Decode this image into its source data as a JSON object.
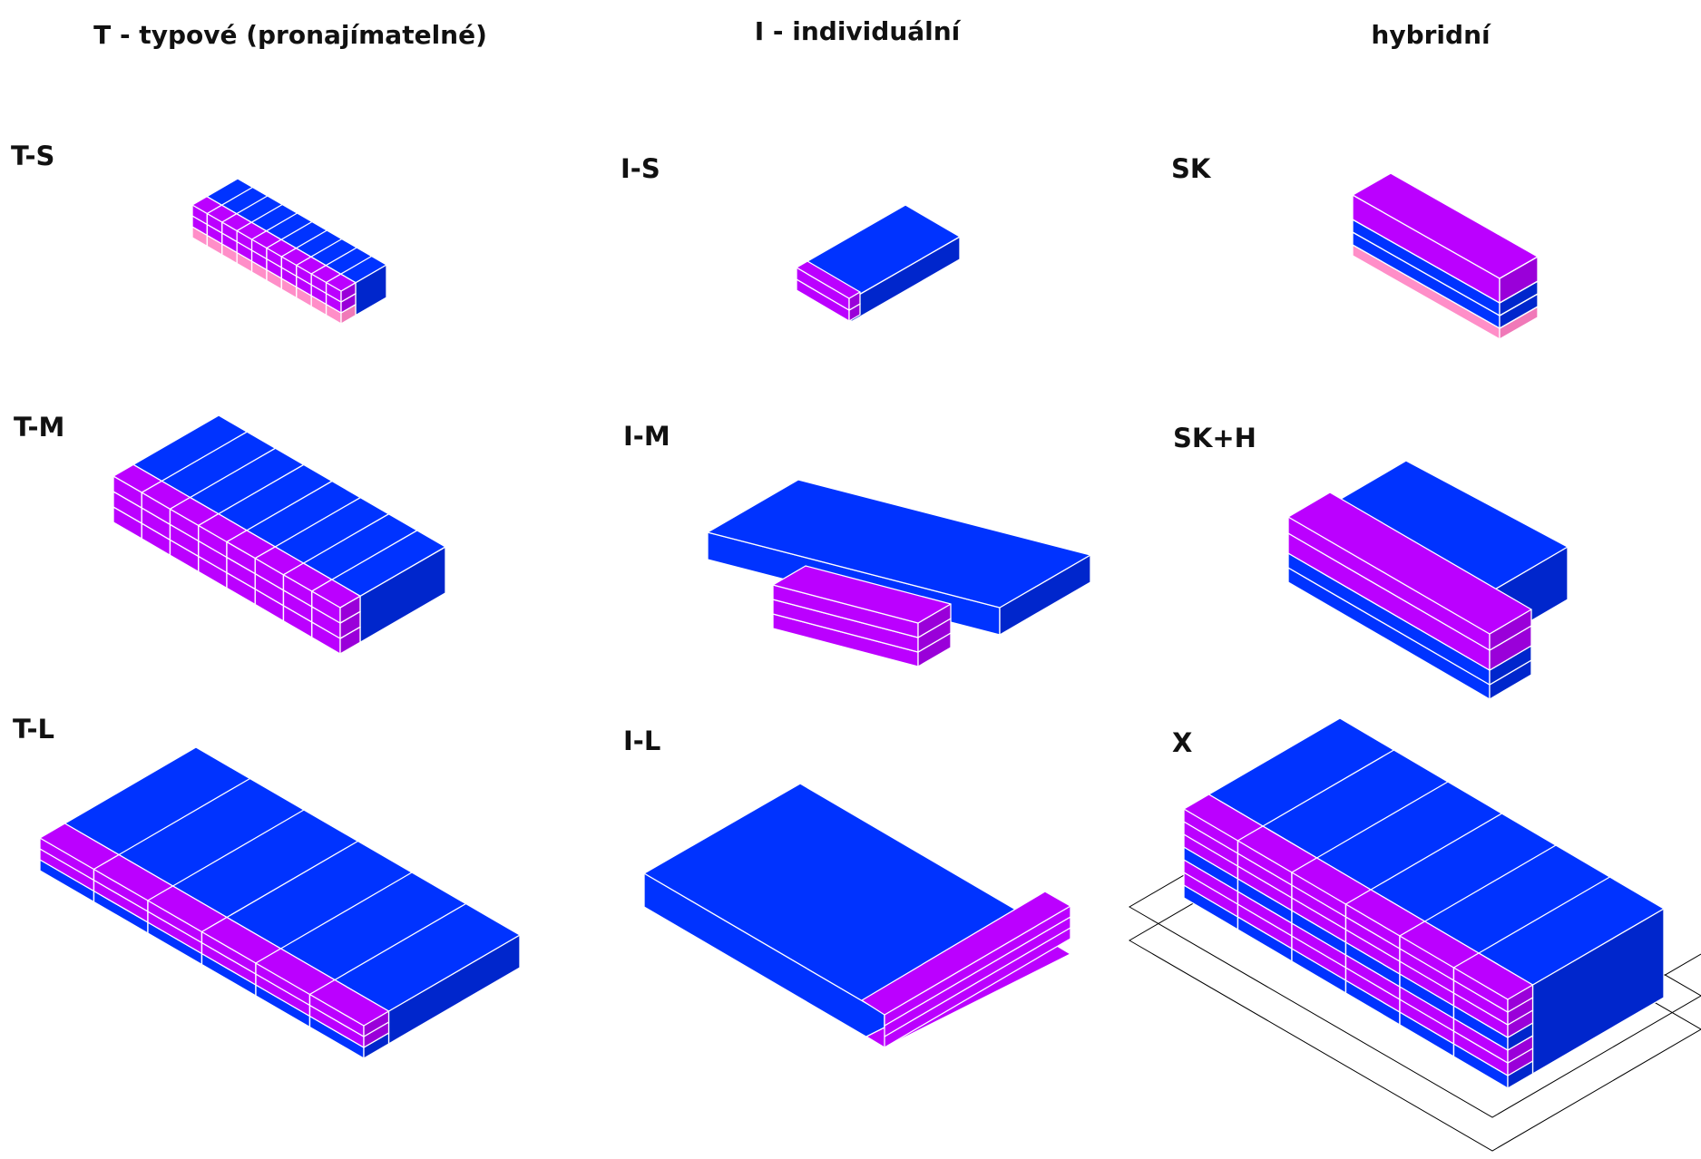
{
  "columns": [
    {
      "id": "typove",
      "header": "T - typové (pronajímatelné)"
    },
    {
      "id": "individualni",
      "header": "I - individuální"
    },
    {
      "id": "hybridni",
      "header": "hybridní"
    }
  ],
  "variants": [
    {
      "id": "ts",
      "label": "T-S",
      "column": "typove"
    },
    {
      "id": "tm",
      "label": "T-M",
      "column": "typove"
    },
    {
      "id": "tl",
      "label": "T-L",
      "column": "typove"
    },
    {
      "id": "is",
      "label": "I-S",
      "column": "individualni"
    },
    {
      "id": "im",
      "label": "I-M",
      "column": "individualni"
    },
    {
      "id": "il",
      "label": "I-L",
      "column": "individualni"
    },
    {
      "id": "sk",
      "label": "SK",
      "column": "hybridni"
    },
    {
      "id": "skh",
      "label": "SK+H",
      "column": "hybridni"
    },
    {
      "id": "x",
      "label": "X",
      "column": "hybridni"
    }
  ],
  "colors": {
    "blue": "#0033ff",
    "blue_dark": "#0026cc",
    "magenta": "#bb00ff",
    "magenta_dark": "#9a00d9",
    "pink": "#ff8ec8",
    "outline": "#000000"
  }
}
